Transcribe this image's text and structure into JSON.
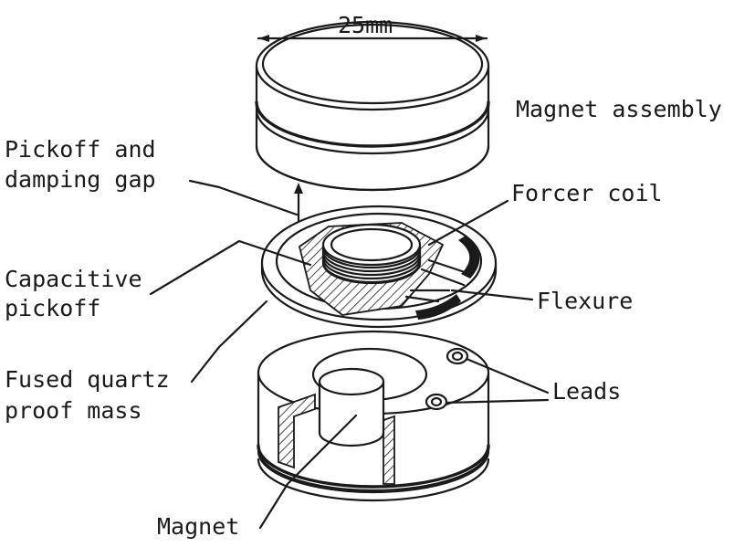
{
  "labels": {
    "dimension": "25mm",
    "magnet_assembly": "Magnet assembly",
    "pickoff_gap_line1": "Pickoff and",
    "pickoff_gap_line2": "damping gap",
    "forcer_coil": "Forcer coil",
    "capacitive_line1": "Capacitive",
    "capacitive_line2": "pickoff",
    "flexure": "Flexure",
    "fused_line1": "Fused quartz",
    "fused_line2": "proof mass",
    "leads": "Leads",
    "magnet": "Magnet"
  },
  "colors": {
    "ink": "#1a1a1a",
    "background": "#ffffff"
  }
}
